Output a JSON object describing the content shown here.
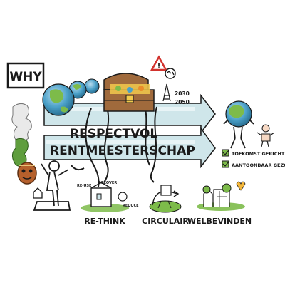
{
  "why_label": "WHY",
  "banner": {
    "line1": "RESPECTVOL",
    "line2": "RENTMEESTERSCHAP"
  },
  "years": {
    "first": "2030",
    "second": "2050"
  },
  "checklist": [
    {
      "label": "TOEKOMST GERICHT"
    },
    {
      "label": "AANTOONBAAR GEZOND"
    }
  ],
  "rethink": {
    "title": "RE-THINK",
    "small_labels": [
      "RE-USE",
      "RECOVER",
      "REDUCE"
    ]
  },
  "circulair": {
    "title": "CIRCULAIR"
  },
  "welbevinden": {
    "title": "WELBEVINDEN"
  },
  "colors": {
    "arrow_fill": "#cfe6ea",
    "globe_blue": "#4aa0c8",
    "globe_green": "#7dbb4a",
    "ink": "#1a1a1a",
    "warning_red": "#d2322d",
    "chest_brown": "#a06a3c",
    "grass": "#7dbb4a",
    "heart": "#f4b73a"
  },
  "icons": [
    "why-frame-icon",
    "globe-icon",
    "treasure-chest-icon",
    "warning-sign-icon",
    "recycle-icon",
    "eiffel-tower-icon",
    "person-icon",
    "map-icon",
    "mask-icon",
    "rope-icon",
    "checkbox-icon",
    "child-icon",
    "house-icon",
    "heart-icon"
  ]
}
